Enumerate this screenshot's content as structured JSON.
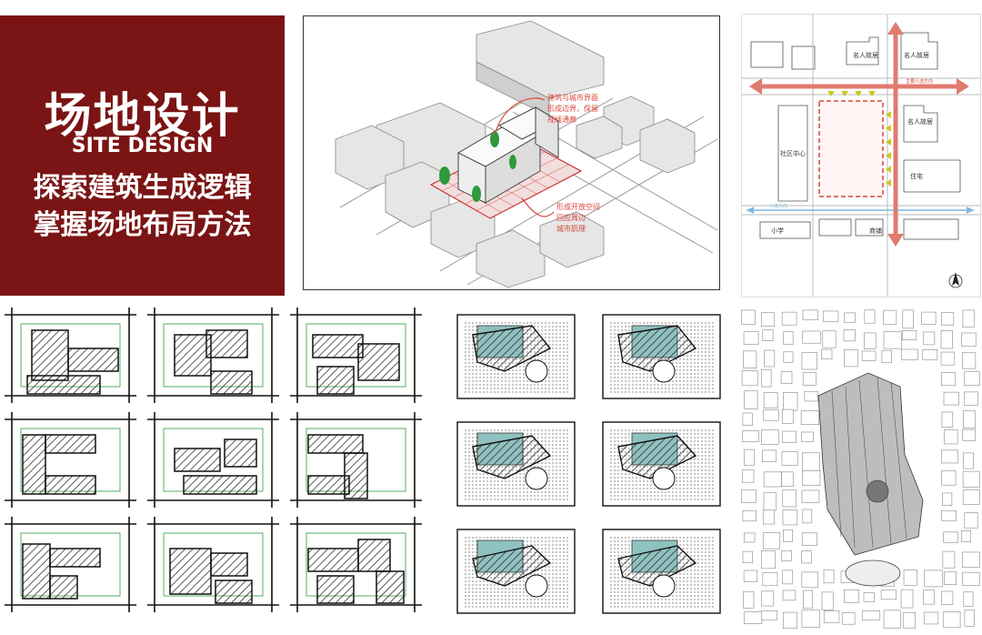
{
  "colors": {
    "brand": "#7b1414",
    "accent_red": "#d9473a",
    "sketch_green": "#2e9a3c",
    "water": "#8fc1c0",
    "blue_line": "#7fb7df",
    "arrow_yellow": "#c9c81a"
  },
  "title_panel": {
    "title_cn": "场地设计",
    "title_en": "SITE DESIGN",
    "line1": "探索建筑生成逻辑",
    "line2": "掌握场地布局方法"
  },
  "site_map": {
    "labels": {
      "celebrity_home_1": "名人故居",
      "celebrity_home_2": "名人故居",
      "celebrity_home_3": "名人故居",
      "community_center": "社区中心",
      "residence": "住宅",
      "school": "小学",
      "shops": "商铺",
      "road_top": "主要人流方向",
      "road_bottom": "人流方向"
    },
    "icons": {
      "north_arrow": "north-arrow-icon"
    }
  },
  "axo": {
    "annotations": [
      "建筑与城市界面",
      "形成边界，保留",
      "视线通廊",
      "形成开放空间",
      "回应周边",
      "城市肌理"
    ]
  },
  "sketch_grid": {
    "rows": 3,
    "cols": 3
  },
  "plan_grid": {
    "rows": 3,
    "cols": 2
  }
}
